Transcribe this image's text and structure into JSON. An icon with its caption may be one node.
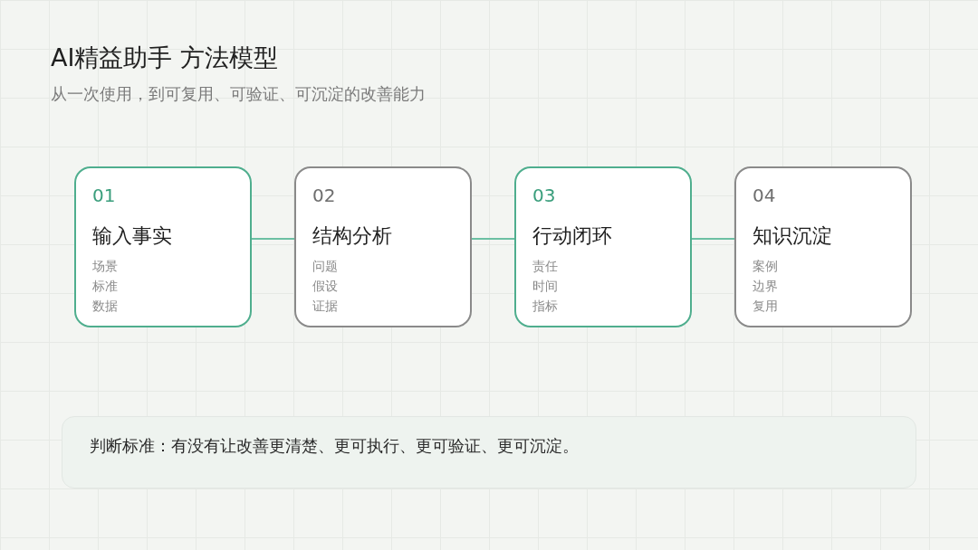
{
  "diagram": {
    "title": "AI精益助手 方法模型",
    "caption": "从一次使用，到可复用、可验证、可沉淀的改善能力",
    "nodes": [
      {
        "text": [
          "01",
          "输入事实",
          "场景",
          "标准",
          "数据"
        ]
      },
      {
        "text": [
          "02",
          "结构分析",
          "问题",
          "假设",
          "证据"
        ]
      },
      {
        "text": [
          "03",
          "行动闭环",
          "责任",
          "时间",
          "指标"
        ]
      },
      {
        "text": [
          "04",
          "知识沉淀",
          "案例",
          "边界",
          "复用"
        ]
      },
      {
        "text": [
          "判断标准：有没有让改善更清楚、更可执行、更可验证、更可沉淀。"
        ]
      }
    ],
    "edges": [
      {
        "from": 0,
        "to": 1,
        "arrow": "none"
      },
      {
        "from": 1,
        "to": 2,
        "arrow": "none"
      },
      {
        "from": 2,
        "to": 3,
        "arrow": "none"
      }
    ]
  }
}
